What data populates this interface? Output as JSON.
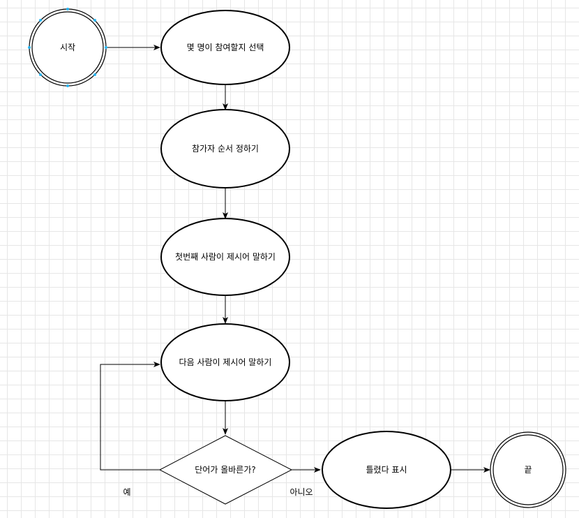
{
  "diagram": {
    "start": {
      "label": "시작"
    },
    "steps": [
      {
        "label": "몇 명이 참여할지 선택"
      },
      {
        "label": "참가자 순서 정하기"
      },
      {
        "label": "첫번째 사람이 제시어 말하기"
      },
      {
        "label": "다음 사람이 제시어 말하기"
      }
    ],
    "decision": {
      "label": "단어가 올바른가?"
    },
    "branch_yes": {
      "label": "예"
    },
    "branch_no": {
      "label": "아니오"
    },
    "wrong": {
      "label": "틀렸다 표시"
    },
    "end": {
      "label": "끝"
    }
  }
}
